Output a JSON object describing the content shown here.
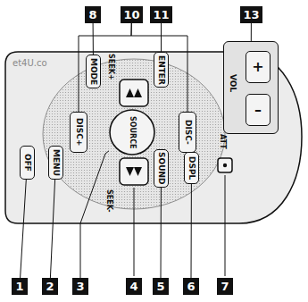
{
  "diagram": {
    "nodes": [
      {
        "text": [
          "8"
        ]
      },
      {
        "text": [
          "10"
        ]
      },
      {
        "text": [
          "11"
        ]
      },
      {
        "text": [
          "13"
        ]
      },
      {
        "text": [
          "MODE"
        ]
      },
      {
        "text": [
          "ENTER"
        ]
      },
      {
        "text": [
          "VOL"
        ]
      },
      {
        "text": [
          "+"
        ],
        "in": 6
      },
      {
        "text": [
          "–"
        ],
        "in": 6
      },
      {
        "text": [
          "DISC+"
        ]
      },
      {
        "text": [
          "SOURCE"
        ]
      },
      {
        "text": [
          "DISC-"
        ]
      },
      {
        "text": [
          "OFF"
        ]
      },
      {
        "text": [
          "MENU"
        ]
      },
      {
        "text": [
          "SOUND"
        ]
      },
      {
        "text": [
          "DSPL"
        ]
      },
      {
        "text": [
          "1"
        ]
      },
      {
        "text": [
          "2"
        ]
      },
      {
        "text": [
          "3"
        ]
      },
      {
        "text": [
          "4"
        ]
      },
      {
        "text": [
          "5"
        ]
      },
      {
        "text": [
          "6"
        ]
      },
      {
        "text": [
          "7"
        ]
      }
    ],
    "edges": [
      {
        "from": 0,
        "to": 4,
        "arrow": "none"
      },
      {
        "from": 1,
        "to": 9,
        "arrow": "none"
      },
      {
        "from": 1,
        "to": 11,
        "arrow": "none"
      },
      {
        "from": 2,
        "to": 5,
        "arrow": "none"
      },
      {
        "from": 3,
        "to": 6,
        "arrow": "none"
      },
      {
        "from": 16,
        "to": 12,
        "arrow": "none"
      },
      {
        "from": 17,
        "to": 13,
        "arrow": "none"
      },
      {
        "from": 18,
        "to": 10,
        "arrow": "none"
      },
      {
        "from": 20,
        "to": 14,
        "arrow": "none"
      },
      {
        "from": 21,
        "to": 15,
        "arrow": "none"
      }
    ],
    "labels": [
      "SEEK+",
      "SEEK-",
      "ATT",
      "et4U.co"
    ]
  }
}
